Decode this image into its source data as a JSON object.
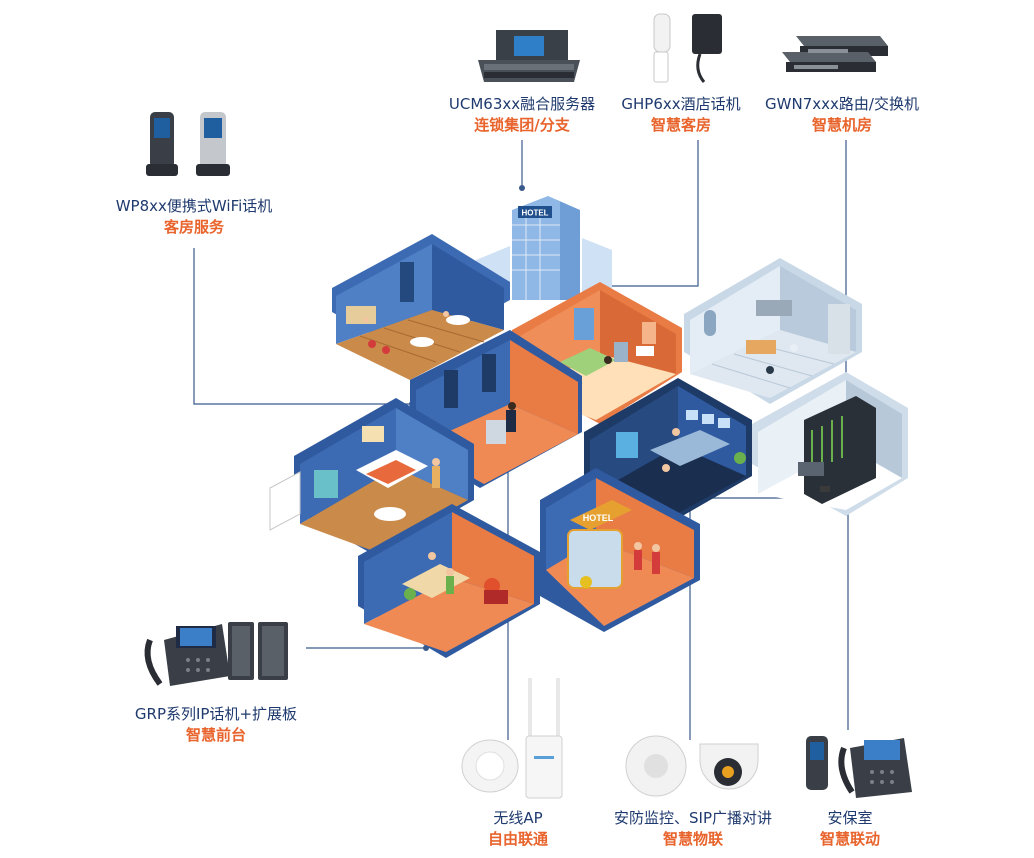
{
  "labels": {
    "wp8": {
      "title": "WP8xx便携式WiFi话机",
      "sub": "客房服务"
    },
    "ucm": {
      "title": "UCM63xx融合服务器",
      "sub": "连锁集团/分支"
    },
    "ghp": {
      "title": "GHP6xx酒店话机",
      "sub": "智慧客房"
    },
    "gwn": {
      "title": "GWN7xxx路由/交换机",
      "sub": "智慧机房"
    },
    "grp": {
      "title": "GRP系列IP话机+扩展板",
      "sub": "智慧前台"
    },
    "ap": {
      "title": "无线AP",
      "sub": "自由联通"
    },
    "cam": {
      "title": "安防监控、SIP广播对讲",
      "sub": "智慧物联"
    },
    "sec": {
      "title": "安保室",
      "sub": "智慧联动"
    }
  },
  "building": {
    "sign_top": "HOTEL",
    "sign_lobby": "HOTEL"
  },
  "colors": {
    "title": "#1f3a6e",
    "subtitle": "#e8642c",
    "connector": "#3a5a8c",
    "wall_blue": "#3d6bb3",
    "wall_orange": "#e97b45",
    "floor_wood": "#c98a4a",
    "floor_orange": "#ef8a55",
    "kitchen": "#dfe8f0"
  }
}
